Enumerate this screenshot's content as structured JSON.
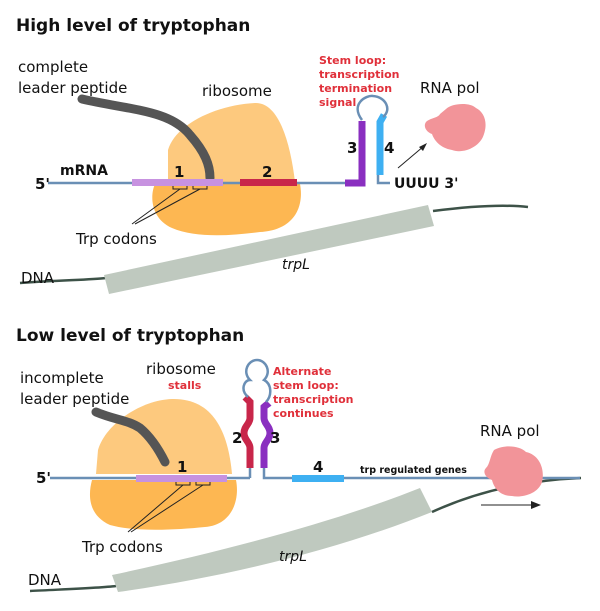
{
  "colors": {
    "ribosome_top": "#fdc97e",
    "ribosome_bottom": "#fdb752",
    "peptide": "#555555",
    "mrna": "#6a8fb5",
    "segment1": "#c792e0",
    "segment2": "#c8264a",
    "segment3": "#8a2fc0",
    "segment4": "#3eb0f2",
    "rna_pol": "#f29499",
    "dna": "#3d5248",
    "gene_bar": "#bfc9bf",
    "red_text": "#e0303a"
  },
  "high": {
    "title": "High level of tryptophan",
    "peptide_label_line1": "complete",
    "peptide_label_line2": "leader peptide",
    "ribosome_label": "ribosome",
    "stem_label_line1": "Stem loop:",
    "stem_label_line2": "transcription",
    "stem_label_line3": "termination",
    "stem_label_line4": "signal",
    "rna_pol_label": "RNA pol",
    "five_prime": "5'",
    "mrna_label": "mRNA",
    "seg1": "1",
    "seg2": "2",
    "seg3": "3",
    "seg4": "4",
    "three_prime_end": "UUUU 3'",
    "codons_label": "Trp codons",
    "dna_label": "DNA",
    "gene_label": "trpL"
  },
  "low": {
    "title": "Low level of tryptophan",
    "peptide_label_line1": "incomplete",
    "peptide_label_line2": "leader peptide",
    "ribosome_label": "ribosome",
    "stall_label": "stalls",
    "stem_label_line1": "Alternate",
    "stem_label_line2": "stem loop:",
    "stem_label_line3": "transcription",
    "stem_label_line4": "continues",
    "rna_pol_label": "RNA pol",
    "five_prime": "5'",
    "seg1": "1",
    "seg2": "2",
    "seg3": "3",
    "seg4": "4",
    "genes_label": "trp regulated genes",
    "codons_label": "Trp codons",
    "dna_label": "DNA",
    "gene_label": "trpL"
  }
}
